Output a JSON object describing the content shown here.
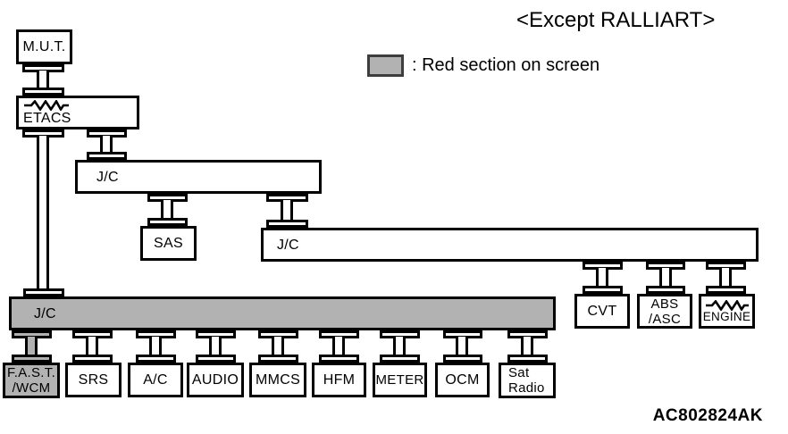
{
  "title": "<Except RALLIART>",
  "legend": {
    "text": ": Red section on screen",
    "swatch_color": "#b2b2b2"
  },
  "figure_code": "AC802824AK",
  "colors": {
    "highlight_gray": "#b2b2b2",
    "line": "#000000",
    "background": "#ffffff"
  },
  "nodes": {
    "mut": {
      "label": "M.U.T."
    },
    "etacs": {
      "label": "ETACS"
    },
    "jc_upper": {
      "label": "J/C"
    },
    "sas": {
      "label": "SAS"
    },
    "jc_mid": {
      "label": "J/C"
    },
    "jc_lower": {
      "label": "J/C"
    },
    "cvt": {
      "label": "CVT"
    },
    "abs_asc": {
      "line1": "ABS",
      "line2": "/ASC"
    },
    "engine": {
      "label": "ENGINE"
    },
    "fast_wcm": {
      "line1": "F.A.S.T.",
      "line2": "/WCM"
    },
    "srs": {
      "label": "SRS"
    },
    "ac": {
      "label": "A/C"
    },
    "audio": {
      "label": "AUDIO"
    },
    "mmcs": {
      "label": "MMCS"
    },
    "hfm": {
      "label": "HFM"
    },
    "meter": {
      "label": "METER"
    },
    "ocm": {
      "label": "OCM"
    },
    "sat_radio": {
      "line1": "Sat",
      "line2": "Radio"
    }
  }
}
